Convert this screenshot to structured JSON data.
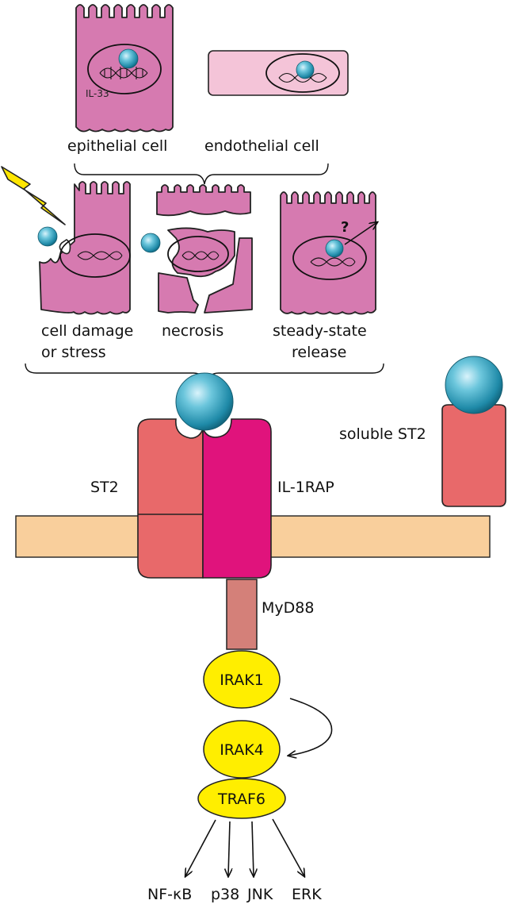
{
  "cells": {
    "il33_label": "IL-33",
    "epithelial_label": "epithelial cell",
    "endothelial_label": "endothelial cell"
  },
  "release": {
    "damage_label_1": "cell damage",
    "damage_label_2": "or stress",
    "necrosis_label": "necrosis",
    "steady_label_1": "steady-state",
    "steady_label_2": "release",
    "question_mark": "?"
  },
  "receptor": {
    "st2_label": "ST2",
    "il1rap_label": "IL-1RAP",
    "soluble_label": "soluble ST2",
    "myd88_label": "MyD88"
  },
  "signaling": {
    "irak1_label": "IRAK1",
    "irak4_label": "IRAK4",
    "traf6_label": "TRAF6"
  },
  "outputs": [
    "NF-κB",
    "p38",
    "JNK",
    "ERK"
  ],
  "colors": {
    "cell": "#d67ab0",
    "endothelial": "#f4c4d8",
    "st2": "#e8696a",
    "il1rap": "#e0137c",
    "membrane": "#f9cf9c",
    "myd88": "#d48079",
    "signal_yellow": "#ffee00",
    "il33_sphere": "#2d9fbf",
    "lightning": "#ffe600"
  }
}
